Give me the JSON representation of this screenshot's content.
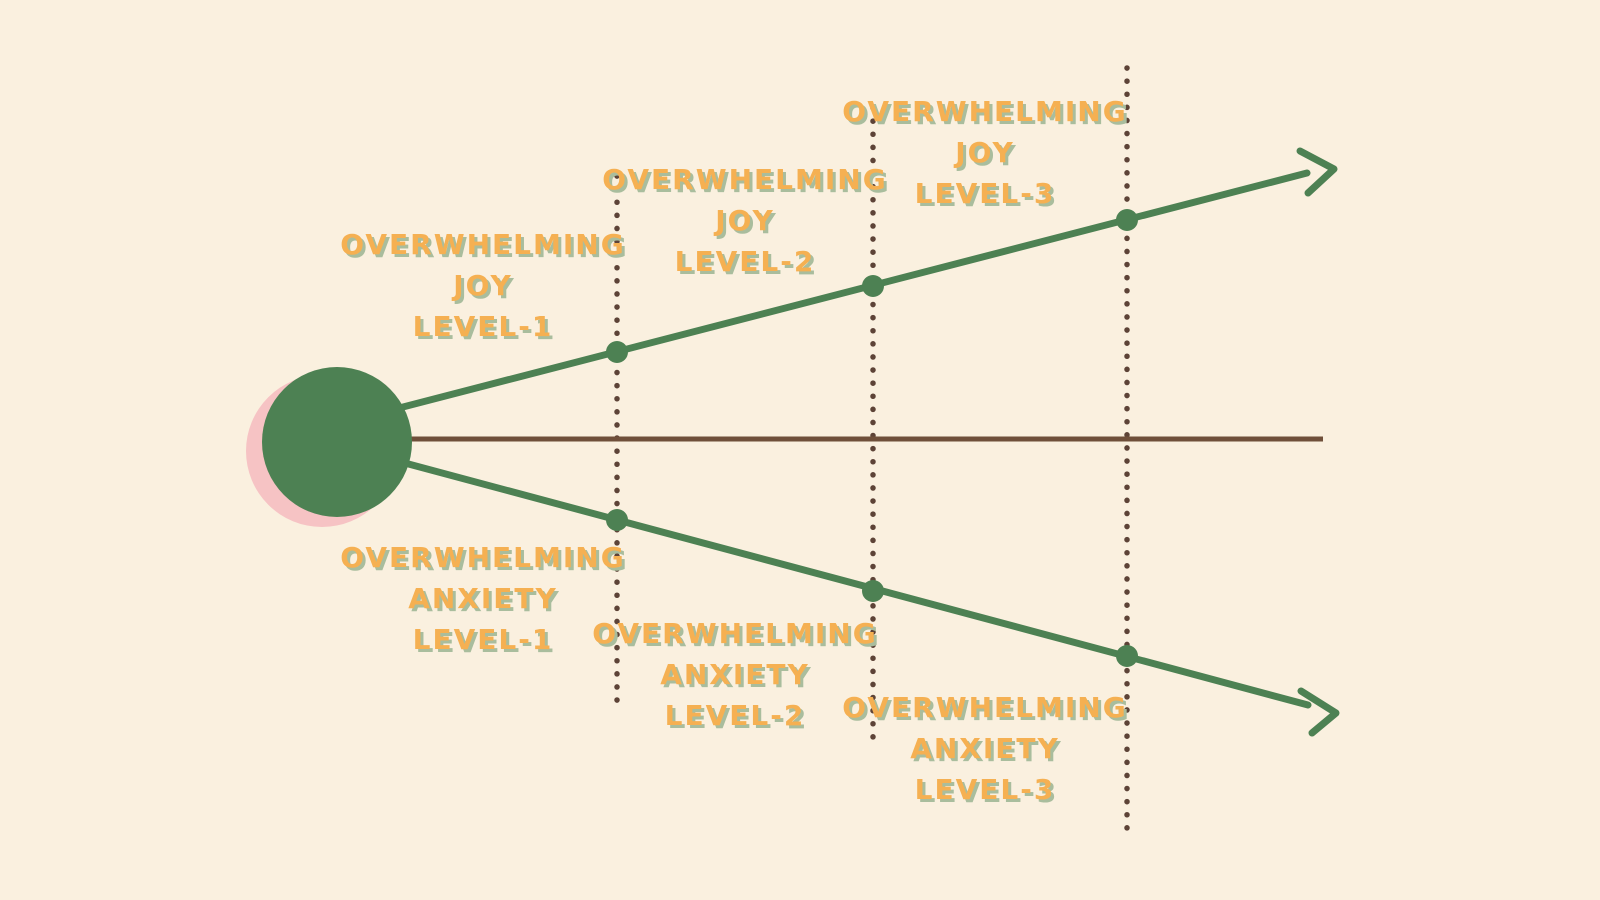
{
  "title": "Overwhelming Joy vs Overwhelming Anxiety Levels Diagram",
  "colors": {
    "background": "#faf0df",
    "green": "#4d8153",
    "pink": "#f6c3c4",
    "brown": "#6f4f3a",
    "dot_brown": "#5d4337",
    "label": "#f5b052",
    "label_shadow": "#a9bd9d"
  },
  "labels": {
    "joy_level_1": {
      "line1": "OVERWHELMING",
      "line2": "JOY",
      "line3": "LEVEL-1"
    },
    "joy_level_2": {
      "line1": "OVERWHELMING",
      "line2": "JOY",
      "line3": "LEVEL-2"
    },
    "joy_level_3": {
      "line1": "OVERWHELMING",
      "line2": "JOY",
      "line3": "LEVEL-3"
    },
    "anxiety_level_1": {
      "line1": "OVERWHELMING",
      "line2": "ANXIETY",
      "line3": "LEVEL-1"
    },
    "anxiety_level_2": {
      "line1": "OVERWHELMING",
      "line2": "ANXIETY",
      "line3": "LEVEL-2"
    },
    "anxiety_level_3": {
      "line1": "OVERWHELMING",
      "line2": "ANXIETY",
      "line3": "LEVEL-3"
    }
  },
  "diagram": {
    "source": "circle",
    "branches": [
      {
        "name": "joy",
        "direction": "up-right",
        "levels": [
          "LEVEL-1",
          "LEVEL-2",
          "LEVEL-3"
        ]
      },
      {
        "name": "anxiety",
        "direction": "down-right",
        "levels": [
          "LEVEL-1",
          "LEVEL-2",
          "LEVEL-3"
        ]
      }
    ],
    "level_markers": 3,
    "baseline": "horizontal"
  }
}
